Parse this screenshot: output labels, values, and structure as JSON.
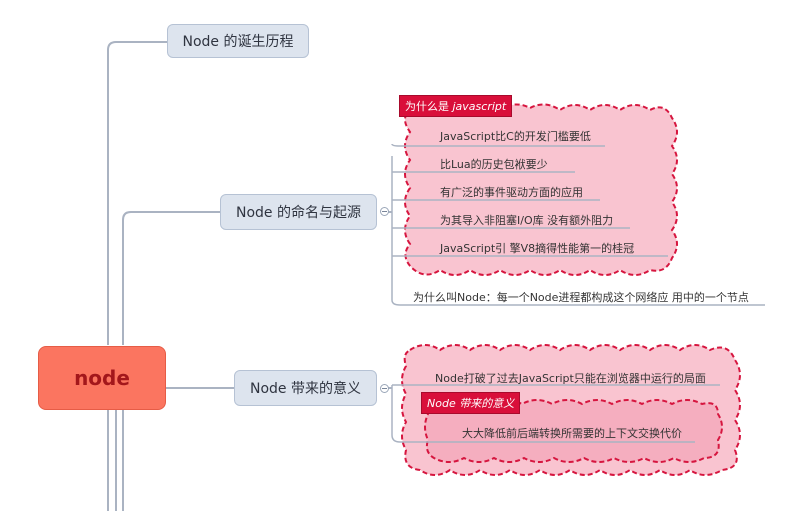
{
  "root": {
    "label": "node"
  },
  "topics": [
    {
      "label": "Node 的诞生历程"
    },
    {
      "label": "Node 的命名与起源"
    },
    {
      "label": "Node 带来的意义"
    }
  ],
  "naming": {
    "callout_tag_prefix": "为什么是",
    "callout_tag_em": "javascript",
    "callout_items": [
      "JavaScript比C的开发门槛要低",
      "比Lua的历史包袱要少",
      "有广泛的事件驱动方面的应用",
      "为其导入非阻塞I/O库 没有额外阻力",
      "JavaScript引 擎V8摘得性能第一的桂冠"
    ],
    "extra_leaf": "为什么叫Node：每一个Node进程都构成这个网络应 用中的一个节点"
  },
  "meaning": {
    "leaf_1": "Node打破了过去JavaScript只能在浏览器中运行的局面",
    "inner_tag": "Node 带来的意义",
    "inner_leaf": "大大降低前后端转换所需要的上下文交换代价"
  },
  "colors": {
    "callout_fill": "#f9c4d0",
    "callout_border": "#d6163f",
    "line": "#aab3c2",
    "root_fill": "#fb7560"
  }
}
